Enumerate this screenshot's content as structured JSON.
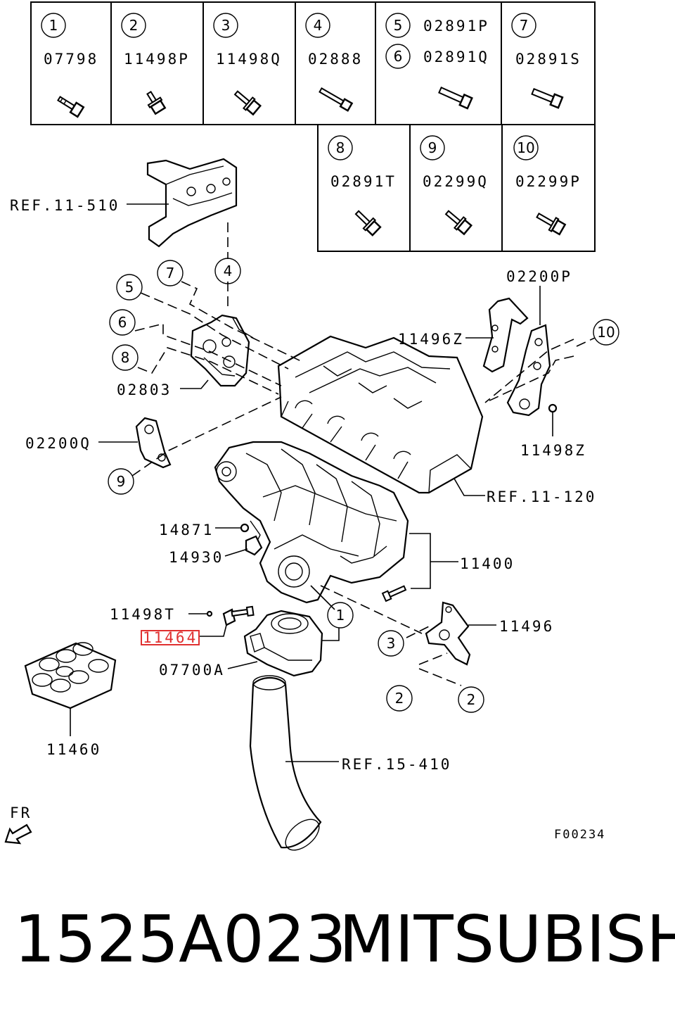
{
  "fastener_table": {
    "row1": [
      {
        "num": "1",
        "code": "07798"
      },
      {
        "num": "2",
        "code": "11498P"
      },
      {
        "num": "3",
        "code": "11498Q"
      },
      {
        "num": "4",
        "code": "02888"
      },
      {
        "num": "5",
        "code": "02891P"
      },
      {
        "num": "6",
        "code": "02891Q"
      },
      {
        "num": "7",
        "code": "02891S"
      }
    ],
    "row2": [
      {
        "num": "8",
        "code": "02891T"
      },
      {
        "num": "9",
        "code": "02299Q"
      },
      {
        "num": "10",
        "code": "02299P"
      }
    ]
  },
  "callouts": {
    "ref_11_510": "REF.11-510",
    "p02200P": "02200P",
    "p11496Z": "11496Z",
    "p02803": "02803",
    "p02200Q": "02200Q",
    "p11498Z": "11498Z",
    "ref_11_120": "REF.11-120",
    "p14871": "14871",
    "p14930": "14930",
    "p11400": "11400",
    "p11498T": "11498T",
    "p11464": "11464",
    "p11496": "11496",
    "p07700A": "07700A",
    "p11460": "11460",
    "ref_15_410": "REF.15-410"
  },
  "bubbles": {
    "b7": "7",
    "b4": "4",
    "b5": "5",
    "b6": "6",
    "b8": "8",
    "b9": "9",
    "b10": "10",
    "b1": "1",
    "b3": "3",
    "b2a": "2",
    "b2b": "2"
  },
  "fr_label": "FR",
  "figure_code": "F00234",
  "part_number": "1525A023",
  "brand": "MITSUBISHI",
  "highlight_color": "#e03030"
}
